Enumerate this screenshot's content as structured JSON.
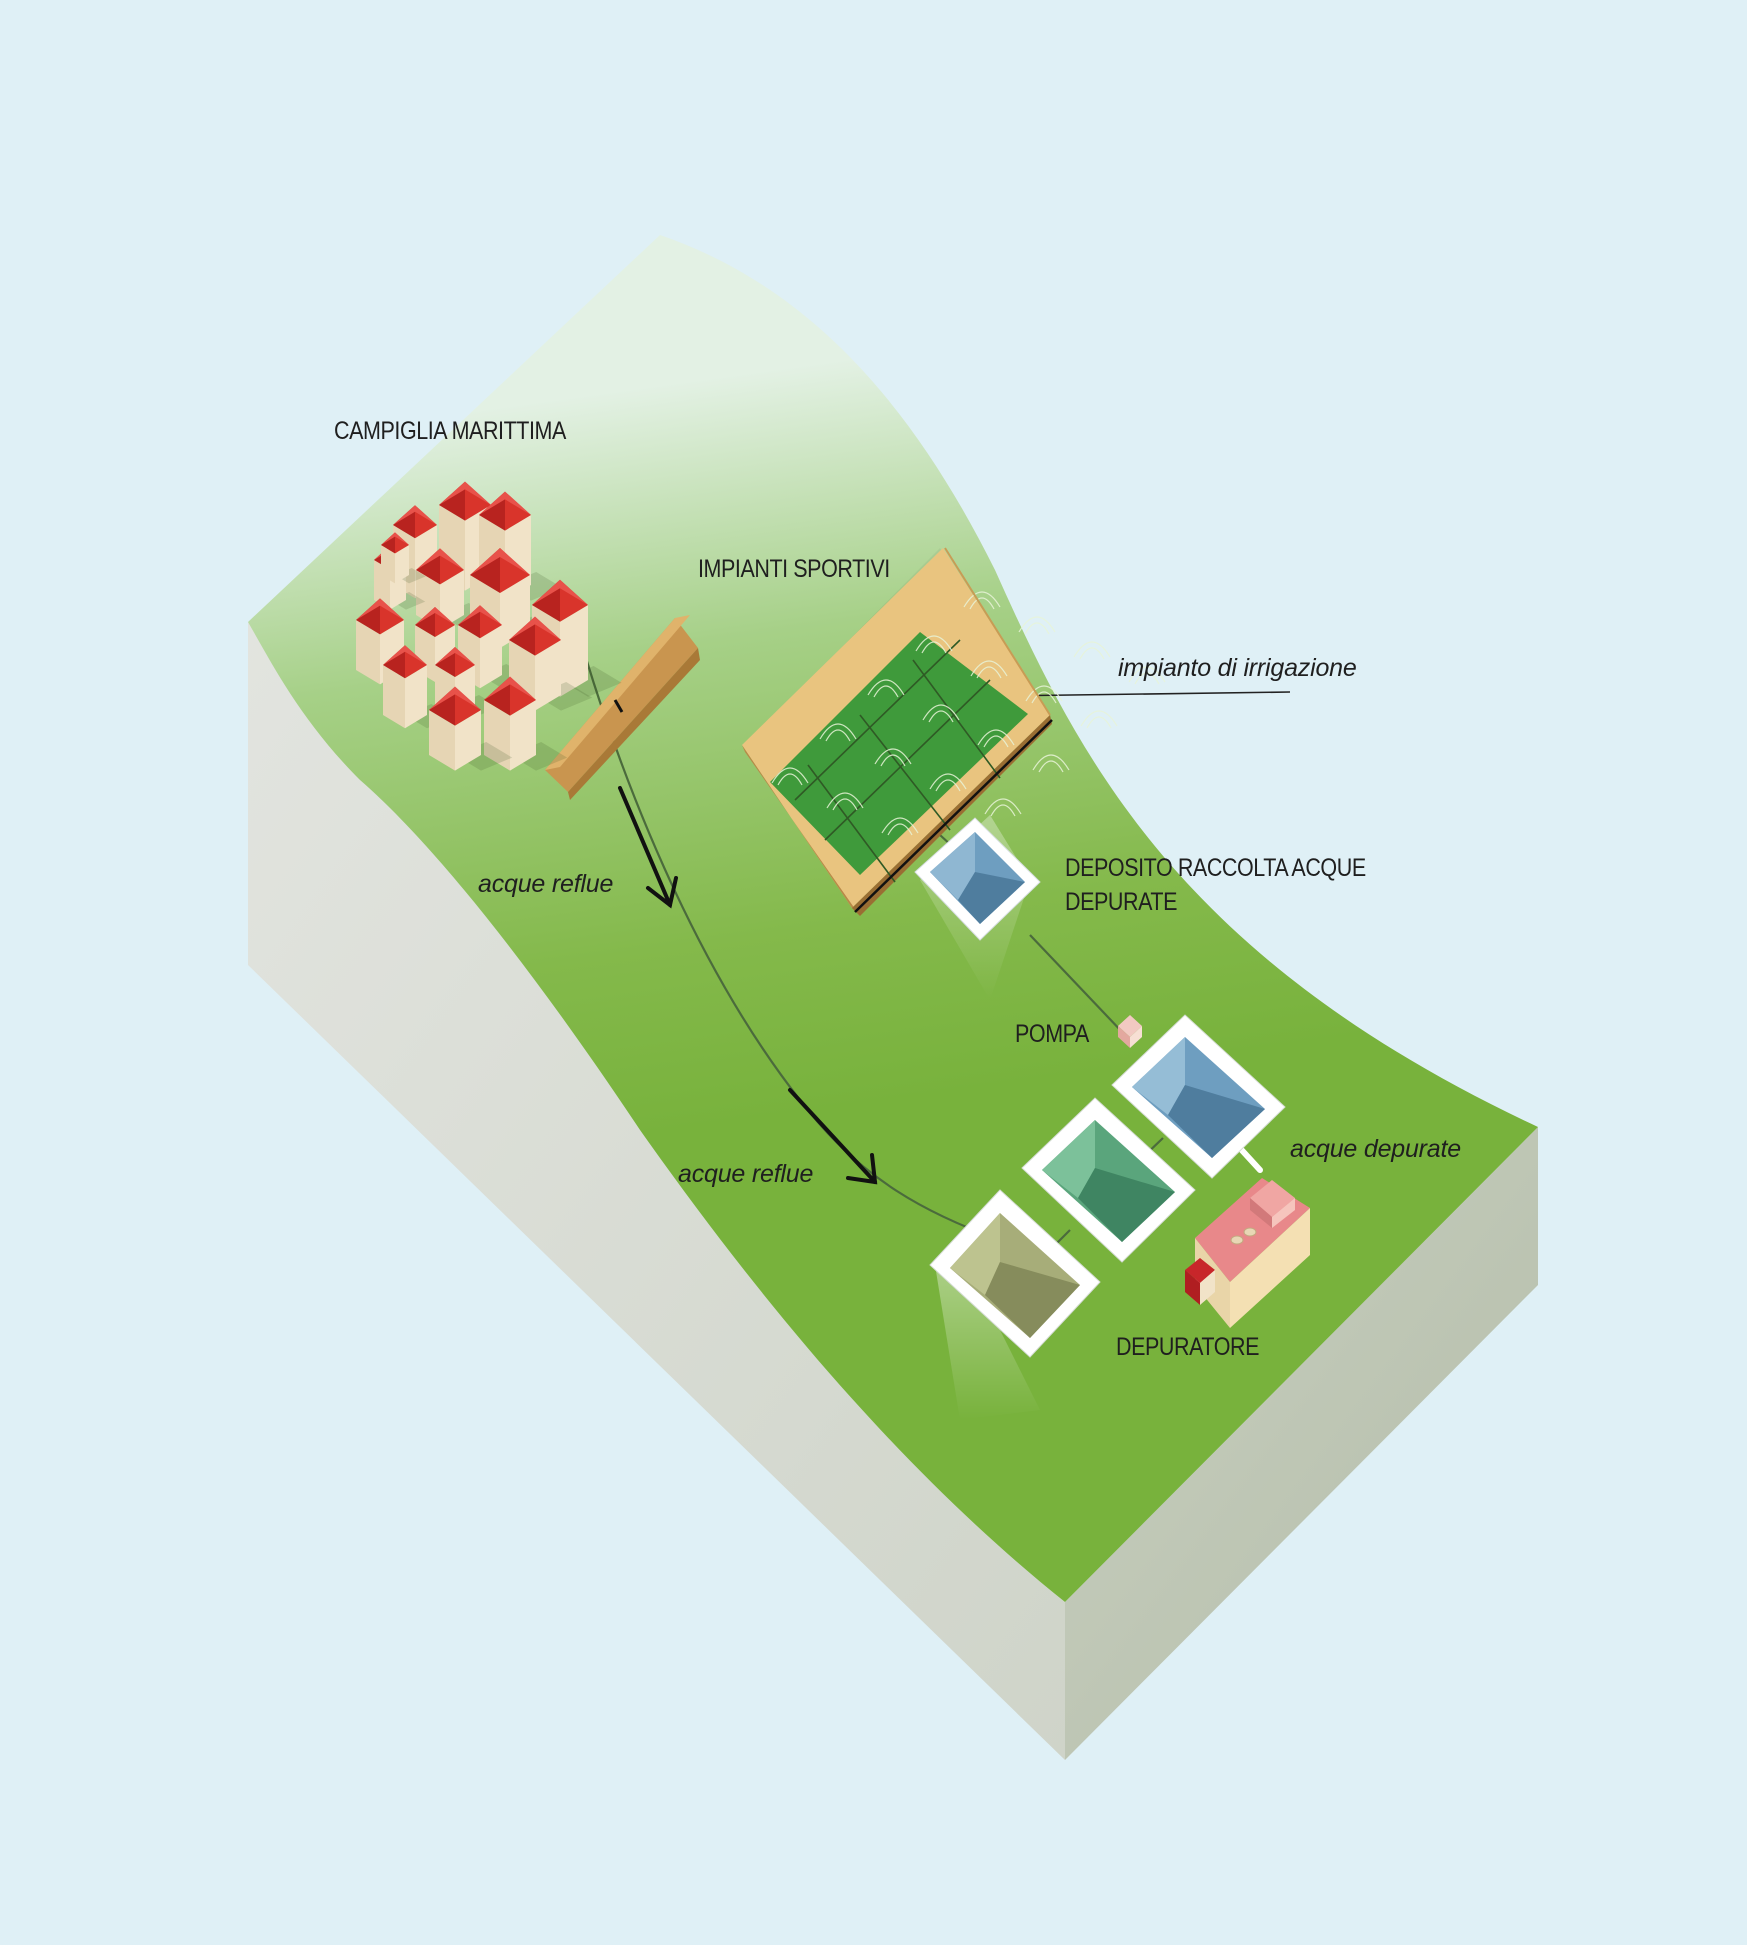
{
  "labels": {
    "town": "CAMPIGLIA MARITTIMA",
    "sports": "IMPIANTI SPORTIVI",
    "irrigation": "impianto di irrigazione",
    "storage_line1": "DEPOSITO RACCOLTA ACQUE",
    "storage_line2": "DEPURATE",
    "pump": "POMPA",
    "wastewater_1": "acque reflue",
    "wastewater_2": "acque reflue",
    "treated": "acque depurate",
    "plant": "DEPURATORE"
  },
  "colors": {
    "background": "#dff0f6",
    "terrain": "#7eb541",
    "terrain_side": "#c5ccbd",
    "roof": "#d9342b",
    "wall": "#f1e3c8",
    "turf": "#3f9a3b",
    "sand": "#e9c47f",
    "water_clean": "#6e9ec0",
    "water_green": "#5aa57c",
    "water_raw": "#a7ad79",
    "building_pink": "#e8888a"
  }
}
